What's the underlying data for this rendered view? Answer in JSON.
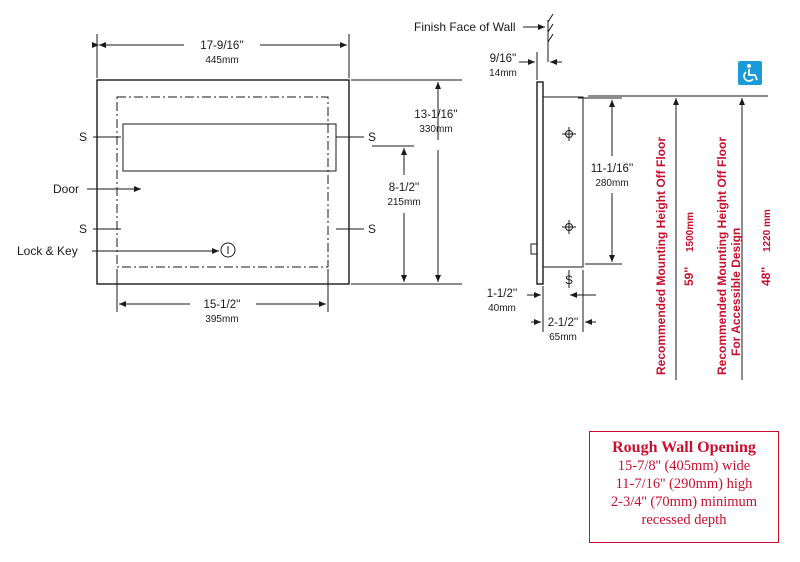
{
  "front_view": {
    "width_in": "17-9/16''",
    "width_mm": "445mm",
    "height_in": "13-1/16''",
    "height_mm": "330mm",
    "inner_height_in": "8-1/2''",
    "inner_height_mm": "215mm",
    "inner_width_in": "15-1/2''",
    "inner_width_mm": "395mm",
    "screw_label": "S",
    "door_label": "Door",
    "lock_label": "Lock & Key"
  },
  "side_view": {
    "wall_label": "Finish Face of Wall",
    "flange_in": "9/16''",
    "flange_mm": "14mm",
    "mount_height_in": "11-1/16''",
    "mount_height_mm": "280mm",
    "bottom_offset_in": "1-1/2''",
    "bottom_offset_mm": "40mm",
    "depth_in": "2-1/2''",
    "depth_mm": "65mm",
    "screw_label": "S"
  },
  "mounting": {
    "standard_label": "Recommended Mounting Height Off Floor",
    "standard_in": "59''",
    "standard_mm": "1500mm",
    "accessible_label_1": "Recommended Mounting Height Off Floor",
    "accessible_label_2": "For Accessible Design",
    "accessible_in": "48''",
    "accessible_mm": "1220 mm",
    "accessible_icon": "wheelchair-icon",
    "icon_color": "#1a9bd7"
  },
  "rough_wall_opening": {
    "title": "Rough Wall Opening",
    "line1": "15-7/8'' (405mm) wide",
    "line2": "11-7/16'' (290mm) high",
    "line3": "2-3/4'' (70mm) minimum",
    "line4": "recessed depth"
  },
  "colors": {
    "accent_red": "#c8102e",
    "line": "#1a1a1a"
  }
}
